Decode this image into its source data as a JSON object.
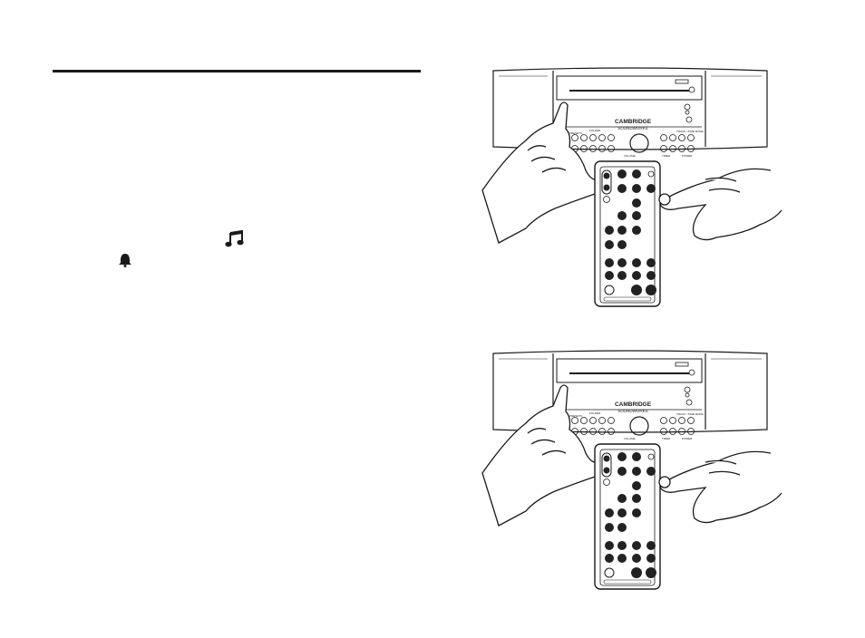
{
  "brand": {
    "line1": "CAMBRIDGE",
    "line2": "SOUNDWORKS"
  },
  "panel_labels": {
    "presets": "PRESETS",
    "volume": "VOLUME",
    "folder": "FOLDER",
    "memory": "MEMORY",
    "track_time_mode": "TRACK / TIME MODE",
    "timer": "TIMER",
    "play_mode": "PLAY MODE",
    "power": "POWER"
  },
  "icons": {
    "music_note": "music-note-icon",
    "alarm_bell": "bell-icon",
    "remote": "remote-control-icon",
    "hand": "hand-icon"
  },
  "colors": {
    "ink": "#1a1a1a",
    "paper": "#ffffff",
    "button_fill": "#222222"
  }
}
